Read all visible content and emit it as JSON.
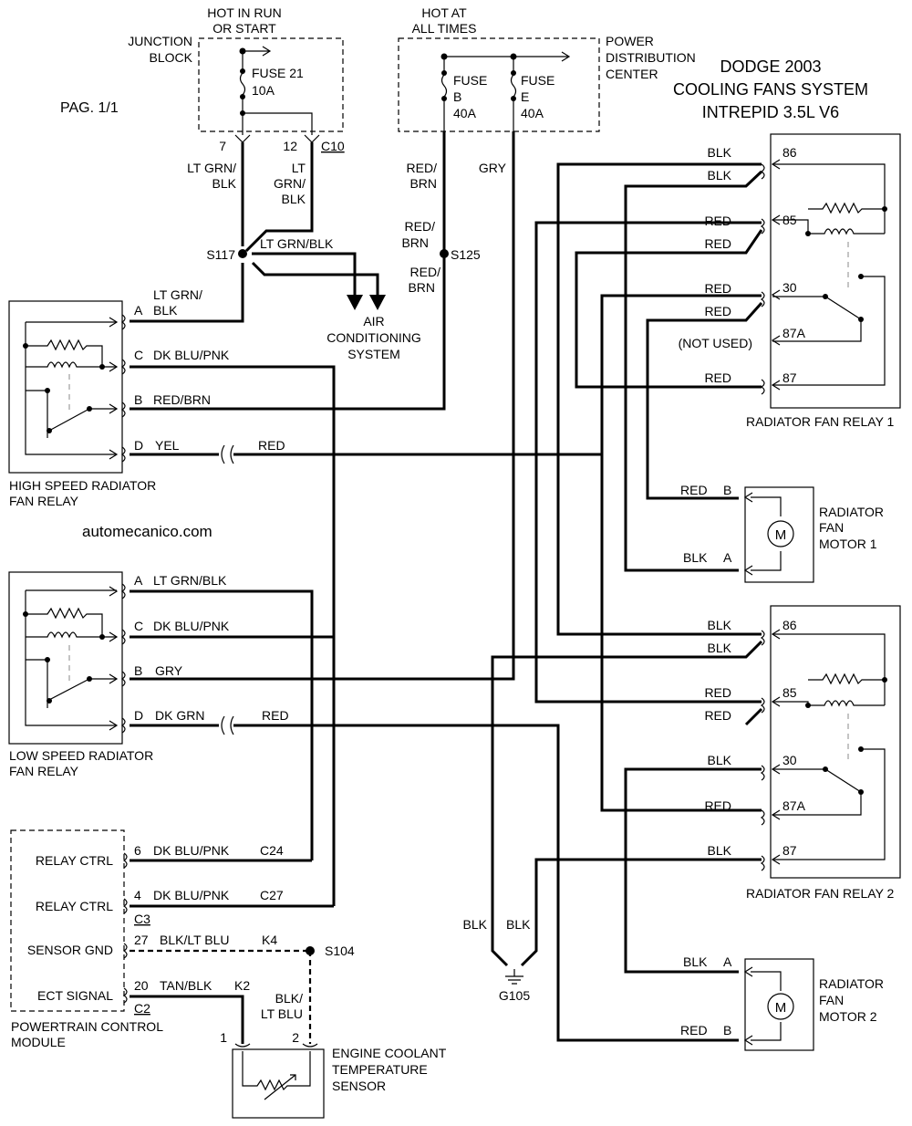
{
  "header": {
    "make_year": "DODGE 2003",
    "system": "COOLING FANS SYSTEM",
    "model": "INTREPID 3.5L V6",
    "page": "PAG. 1/1",
    "watermark": "automecanico.com"
  },
  "junction_block": {
    "title_1": "JUNCTION",
    "title_2": "BLOCK",
    "hot_1": "HOT IN RUN",
    "hot_2": "OR START",
    "fuse_name": "FUSE 21",
    "fuse_rating": "10A",
    "pin_a": "7",
    "pin_b": "12",
    "connector": "C10"
  },
  "pdc": {
    "title_1": "POWER",
    "title_2": "DISTRIBUTION",
    "title_3": "CENTER",
    "hot_1": "HOT AT",
    "hot_2": "ALL TIMES",
    "fuse_b_1": "FUSE",
    "fuse_b_2": "B",
    "fuse_b_3": "40A",
    "fuse_e_1": "FUSE",
    "fuse_e_2": "E",
    "fuse_e_3": "40A"
  },
  "wires": {
    "ltgrn_blk_1": "LT GRN/",
    "ltgrn_blk_2": "BLK",
    "lt": "LT",
    "grn": "GRN/",
    "blk": "BLK",
    "red_brn_1": "RED/",
    "red_brn_2": "BRN",
    "gry": "GRY",
    "ltgrn_blk": "LT GRN/BLK",
    "red_brn": "RED/BRN"
  },
  "splices": {
    "s117": "S117",
    "s125": "S125",
    "s104": "S104",
    "g105": "G105"
  },
  "ac": {
    "l1": "AIR",
    "l2": "CONDITIONING",
    "l3": "SYSTEM"
  },
  "hs_relay": {
    "label_1": "HIGH SPEED RADIATOR",
    "label_2": "FAN RELAY",
    "pins": [
      {
        "pin": "A",
        "wire_1": "LT GRN/",
        "wire_2": "BLK"
      },
      {
        "pin": "C",
        "wire": "DK BLU/PNK"
      },
      {
        "pin": "B",
        "wire": "RED/BRN"
      },
      {
        "pin": "D",
        "wire": "YEL",
        "wire_far": "RED"
      }
    ]
  },
  "ls_relay": {
    "label_1": "LOW SPEED RADIATOR",
    "label_2": "FAN RELAY",
    "pins": [
      {
        "pin": "A",
        "wire": "LT GRN/BLK"
      },
      {
        "pin": "C",
        "wire": "DK BLU/PNK"
      },
      {
        "pin": "B",
        "wire": "GRY"
      },
      {
        "pin": "D",
        "wire": "DK GRN",
        "wire_far": "RED"
      }
    ]
  },
  "pcm": {
    "label_1": "POWERTRAIN CONTROL",
    "label_2": "MODULE",
    "rows": [
      {
        "name": "RELAY CTRL",
        "pin": "6",
        "wire": "DK BLU/PNK",
        "conn": "C24"
      },
      {
        "name": "RELAY CTRL",
        "pin": "4",
        "wire": "DK BLU/PNK",
        "conn": "C27",
        "sub": "C3"
      },
      {
        "name": "SENSOR GND",
        "pin": "27",
        "wire": "BLK/LT BLU",
        "conn": "K4"
      },
      {
        "name": "ECT SIGNAL",
        "pin": "20",
        "wire": "TAN/BLK",
        "conn": "K2",
        "sub": "C2"
      }
    ]
  },
  "ect": {
    "l1": "ENGINE COOLANT",
    "l2": "TEMPERATURE",
    "l3": "SENSOR",
    "pin1": "1",
    "pin2": "2",
    "wire_1": "BLK/",
    "wire_2": "LT BLU"
  },
  "relay1": {
    "label": "RADIATOR FAN RELAY 1",
    "pins": [
      "86",
      "85",
      "30",
      "87A",
      "87"
    ],
    "wires": [
      "BLK",
      "BLK",
      "RED",
      "RED",
      "RED",
      "RED",
      "RED"
    ],
    "not_used": "(NOT USED)"
  },
  "relay2": {
    "label": "RADIATOR FAN RELAY 2",
    "pins": [
      "86",
      "85",
      "30",
      "87A",
      "87"
    ],
    "wires": [
      "BLK",
      "BLK",
      "RED",
      "RED",
      "BLK",
      "RED",
      "BLK"
    ]
  },
  "motor1": {
    "l1": "RADIATOR",
    "l2": "FAN",
    "l3": "MOTOR 1",
    "symbol": "M",
    "pin_b": "B",
    "wire_b": "RED",
    "pin_a": "A",
    "wire_a": "BLK"
  },
  "motor2": {
    "l1": "RADIATOR",
    "l2": "FAN",
    "l3": "MOTOR 2",
    "symbol": "M",
    "pin_a": "A",
    "wire_a": "BLK",
    "pin_b": "B",
    "wire_b": "RED"
  },
  "ground_wires": [
    "BLK",
    "BLK"
  ]
}
